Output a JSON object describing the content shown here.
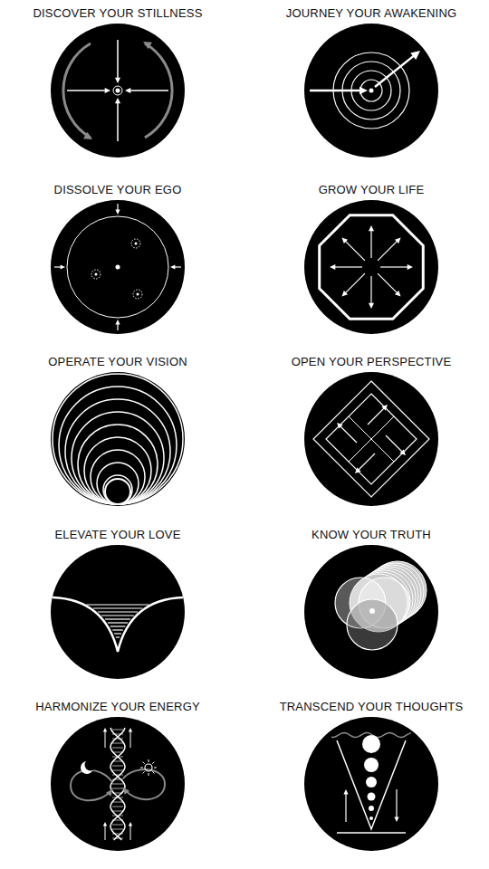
{
  "diagram": {
    "nodes": [
      {
        "text": [
          "DISCOVER YOUR STILLNESS"
        ]
      },
      {
        "text": [
          "JOURNEY YOUR AWAKENING"
        ]
      },
      {
        "text": [
          "DISSOLVE YOUR EGO"
        ]
      },
      {
        "text": [
          "GROW YOUR LIFE"
        ]
      },
      {
        "text": [
          "OPERATE YOUR VISION"
        ]
      },
      {
        "text": [
          "OPEN YOUR PERSPECTIVE"
        ]
      },
      {
        "text": [
          "ELEVATE YOUR LOVE"
        ]
      },
      {
        "text": [
          "KNOW YOUR TRUTH"
        ]
      },
      {
        "text": [
          "HARMONIZE YOUR ENERGY"
        ]
      },
      {
        "text": [
          "TRANSCEND YOUR THOUGHTS"
        ]
      }
    ]
  }
}
